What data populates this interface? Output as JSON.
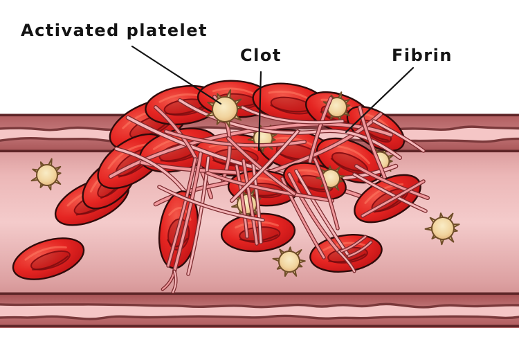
{
  "labels": {
    "activated_platelet": "Activated platelet",
    "clot": "Clot",
    "fibrin": "Fibrin"
  },
  "colors": {
    "background": "#ffffff",
    "text": "#141414",
    "leader_line": "#141414",
    "rbc_fill": "#e52522",
    "rbc_highlight": "#f2574a",
    "rbc_shadow": "#b80f13",
    "rbc_outline": "#2f0b0b",
    "rbc_dimple": "#8a0f13",
    "fibrin_pink": "#f0989c",
    "fibrin_pink_light": "#f5b6b9",
    "fibrin_outline": "#7c2b2f",
    "platelet_light": "#f9ecc6",
    "platelet_mid": "#f1d49e",
    "platelet_dark": "#dca467",
    "platelet_outline": "#6f4d28",
    "wall_band": "#c4797b",
    "wall_border": "#5e2628",
    "wall_light_band": "#f5c6c6",
    "wall_wavy_line": "#7a393b",
    "lumen_edge": "#c4797b",
    "lumen_center": "#f4cbcb"
  }
}
